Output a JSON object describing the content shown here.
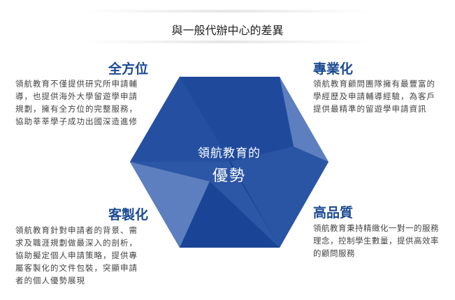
{
  "title": "與一般代辦中心的差異",
  "center": {
    "line1": "領航教育的",
    "line2": "優勢"
  },
  "sections": [
    {
      "heading": "全方位",
      "lines": [
        "領航教育不僅提供研究所申請輔",
        "導，也提供海外大學留遊學申請",
        "規劃，擁有全方位的完整服務，",
        "協助莘莘學子成功出國深造進修"
      ]
    },
    {
      "heading": "專業化",
      "lines": [
        "領航教育顧問團隊擁有最豐富的",
        "學經歷及申請輔導經驗，為客戶",
        "提供最精準的留遊學申請資訊"
      ]
    },
    {
      "heading": "客製化",
      "lines": [
        "領航教育針對申請者的背景、需",
        "求及職涯規劃做最深入的剖析，",
        "協助擬定個人申請策略，提供專",
        "屬客製化的文件包裝，突顯申請",
        "者的個人優勢展現"
      ]
    },
    {
      "heading": "高品質",
      "lines": [
        "領航教育秉持精緻化一對一的服務",
        "理念，控制學生數量，提供高效率",
        "的顧問服務"
      ]
    }
  ],
  "colors": {
    "accent": "#1b4a94",
    "hex_dark": "#0d3a8c",
    "hex_mid": "#2c56a6",
    "hex_light": "#5d7fbf"
  }
}
